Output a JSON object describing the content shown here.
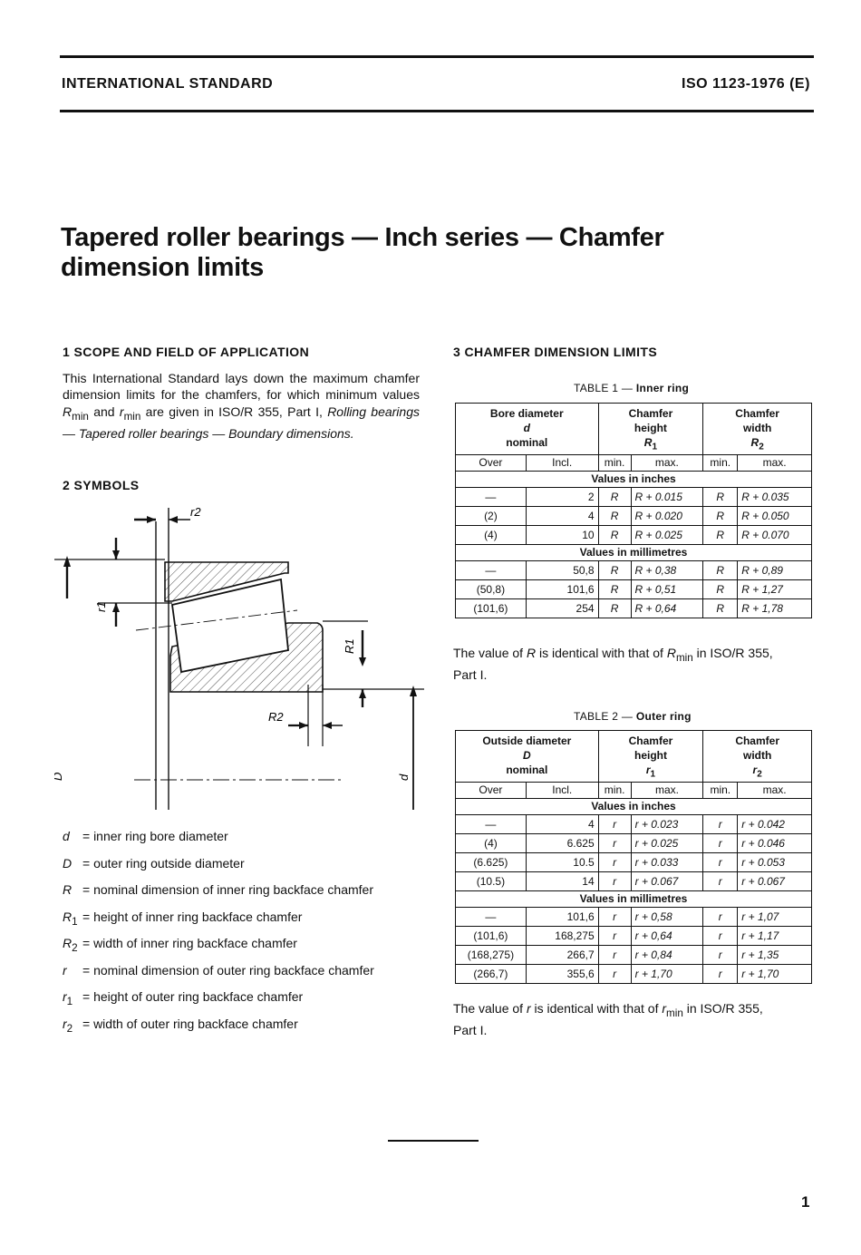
{
  "header": {
    "left": "INTERNATIONAL STANDARD",
    "right": "ISO 1123-1976 (E)"
  },
  "title": {
    "line1": "Tapered roller bearings — Inch series — Chamfer",
    "line2": "dimension limits"
  },
  "section1": {
    "heading": "1  SCOPE AND FIELD OF APPLICATION",
    "body_p1": "This International Standard lays down the maximum chamfer dimension limits for the chamfers, for which minimum values ",
    "Rmin_R": "R",
    "Rmin_sub": "min",
    "and": " and ",
    "rmin_r": "r",
    "rmin_sub": "min",
    "body_p2": " are given in ISO/R 355, Part I, ",
    "italic_ref": "Rolling bearings — Tapered roller bearings — Boundary dimensions."
  },
  "section2": {
    "heading": "2  SYMBOLS"
  },
  "figure": {
    "label_r2_top": "r2",
    "label_r1": "r1",
    "label_R1": "R1",
    "label_R2": "R2",
    "label_D": "D",
    "label_d": "d"
  },
  "symbols": [
    {
      "sym": "d",
      "sub": "",
      "desc": "= inner ring bore diameter"
    },
    {
      "sym": "D",
      "sub": "",
      "desc": "= outer ring outside diameter"
    },
    {
      "sym": "R",
      "sub": "",
      "desc": "= nominal dimension of inner ring backface chamfer"
    },
    {
      "sym": "R",
      "sub": "1",
      "desc": "= height of inner ring backface chamfer"
    },
    {
      "sym": "R",
      "sub": "2",
      "desc": "= width of inner ring backface chamfer"
    },
    {
      "sym": "r",
      "sub": "",
      "desc": "= nominal dimension of outer ring backface chamfer"
    },
    {
      "sym": "r",
      "sub": "1",
      "desc": "= height of outer ring backface chamfer"
    },
    {
      "sym": "r",
      "sub": "2",
      "desc": "= width of outer ring backface chamfer"
    }
  ],
  "section3": {
    "heading": "3  CHAMFER DIMENSION LIMITS"
  },
  "table1": {
    "caption_prefix": "TABLE 1 — ",
    "caption_bold": "Inner ring",
    "col1_l1": "Bore diameter",
    "col1_l2": "d",
    "col1_l3": "nominal",
    "col2_l1": "Chamfer",
    "col2_l2": "height",
    "col2_l3": "R",
    "col2_sub": "1",
    "col3_l1": "Chamfer",
    "col3_l2": "width",
    "col3_l3": "R",
    "col3_sub": "2",
    "sub_over": "Over",
    "sub_incl": "Incl.",
    "sub_min": "min.",
    "sub_max": "max.",
    "sub_min2": "min.",
    "sub_max2": "max.",
    "band_inches": "Values in inches",
    "band_mm": "Values in millimetres",
    "inch_rows": [
      {
        "over": "—",
        "incl": "2",
        "hmin": "R",
        "hmax": "R + 0.015",
        "wmin": "R",
        "wmax": "R + 0.035"
      },
      {
        "over": "(2)",
        "incl": "4",
        "hmin": "R",
        "hmax": "R + 0.020",
        "wmin": "R",
        "wmax": "R + 0.050"
      },
      {
        "over": "(4)",
        "incl": "10",
        "hmin": "R",
        "hmax": "R + 0.025",
        "wmin": "R",
        "wmax": "R + 0.070"
      }
    ],
    "mm_rows": [
      {
        "over": "—",
        "incl": "50,8",
        "hmin": "R",
        "hmax": "R + 0,38",
        "wmin": "R",
        "wmax": "R + 0,89"
      },
      {
        "over": "(50,8)",
        "incl": "101,6",
        "hmin": "R",
        "hmax": "R + 0,51",
        "wmin": "R",
        "wmax": "R + 1,27"
      },
      {
        "over": "(101,6)",
        "incl": "254",
        "hmin": "R",
        "hmax": "R + 0,64",
        "wmin": "R",
        "wmax": "R + 1,78"
      }
    ],
    "note_a": "The value of ",
    "note_sym": "R",
    "note_b": " is identical with that of ",
    "note_sym2": "R",
    "note_sub": "min",
    "note_c": " in ISO/R 355,",
    "note_d": "Part I."
  },
  "table2": {
    "caption_prefix": "TABLE 2 — ",
    "caption_bold": "Outer ring",
    "col1_l1": "Outside diameter",
    "col1_l2": "D",
    "col1_l3": "nominal",
    "col2_l1": "Chamfer",
    "col2_l2": "height",
    "col2_l3": "r",
    "col2_sub": "1",
    "col3_l1": "Chamfer",
    "col3_l2": "width",
    "col3_l3": "r",
    "col3_sub": "2",
    "sub_over": "Over",
    "sub_incl": "Incl.",
    "sub_min": "min.",
    "sub_max": "max.",
    "sub_min2": "min.",
    "sub_max2": "max.",
    "band_inches": "Values in inches",
    "band_mm": "Values in millimetres",
    "inch_rows": [
      {
        "over": "—",
        "incl": "4",
        "hmin": "r",
        "hmax": "r + 0.023",
        "wmin": "r",
        "wmax": "r + 0.042"
      },
      {
        "over": "(4)",
        "incl": "6.625",
        "hmin": "r",
        "hmax": "r + 0.025",
        "wmin": "r",
        "wmax": "r + 0.046"
      },
      {
        "over": "(6.625)",
        "incl": "10.5",
        "hmin": "r",
        "hmax": "r + 0.033",
        "wmin": "r",
        "wmax": "r + 0.053"
      },
      {
        "over": "(10.5)",
        "incl": "14",
        "hmin": "r",
        "hmax": "r + 0.067",
        "wmin": "r",
        "wmax": "r + 0.067"
      }
    ],
    "mm_rows": [
      {
        "over": "—",
        "incl": "101,6",
        "hmin": "r",
        "hmax": "r + 0,58",
        "wmin": "r",
        "wmax": "r + 1,07"
      },
      {
        "over": "(101,6)",
        "incl": "168,275",
        "hmin": "r",
        "hmax": "r + 0,64",
        "wmin": "r",
        "wmax": "r + 1,17"
      },
      {
        "over": "(168,275)",
        "incl": "266,7",
        "hmin": "r",
        "hmax": "r + 0,84",
        "wmin": "r",
        "wmax": "r + 1,35"
      },
      {
        "over": "(266,7)",
        "incl": "355,6",
        "hmin": "r",
        "hmax": "r + 1,70",
        "wmin": "r",
        "wmax": "r + 1,70"
      }
    ],
    "note_a": "The value of ",
    "note_sym": "r",
    "note_b": " is identical with that of ",
    "note_sym2": "r",
    "note_sub": "min",
    "note_c": " in ISO/R 355,",
    "note_d": "Part I."
  },
  "footer": {
    "page_number": "1"
  }
}
